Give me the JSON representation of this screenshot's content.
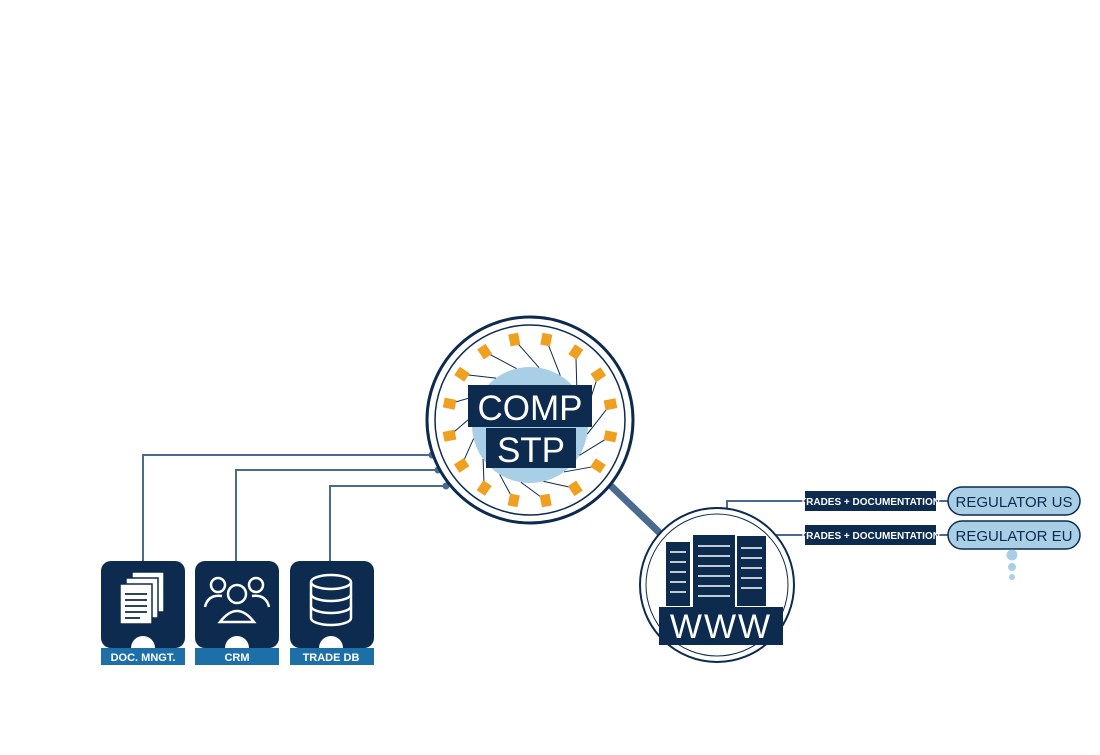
{
  "hub": {
    "line1": "COMP",
    "line2": "STP"
  },
  "server": {
    "label": "WWW"
  },
  "sources": [
    {
      "label": "DOC. MNGT.",
      "icon": "documents-icon"
    },
    {
      "label": "CRM",
      "icon": "users-icon"
    },
    {
      "label": "TRADE DB",
      "icon": "database-icon"
    }
  ],
  "flows": [
    {
      "tag": "TRADES + DOCUMENTATION",
      "target": "REGULATOR US"
    },
    {
      "tag": "TRADES + DOCUMENTATION",
      "target": "REGULATOR EU"
    }
  ],
  "colors": {
    "navy": "#0d2a4f",
    "line": "#4a6a8f",
    "blue": "#1d6fa8",
    "light_blue": "#a9cfe6",
    "orange": "#f0a020"
  }
}
